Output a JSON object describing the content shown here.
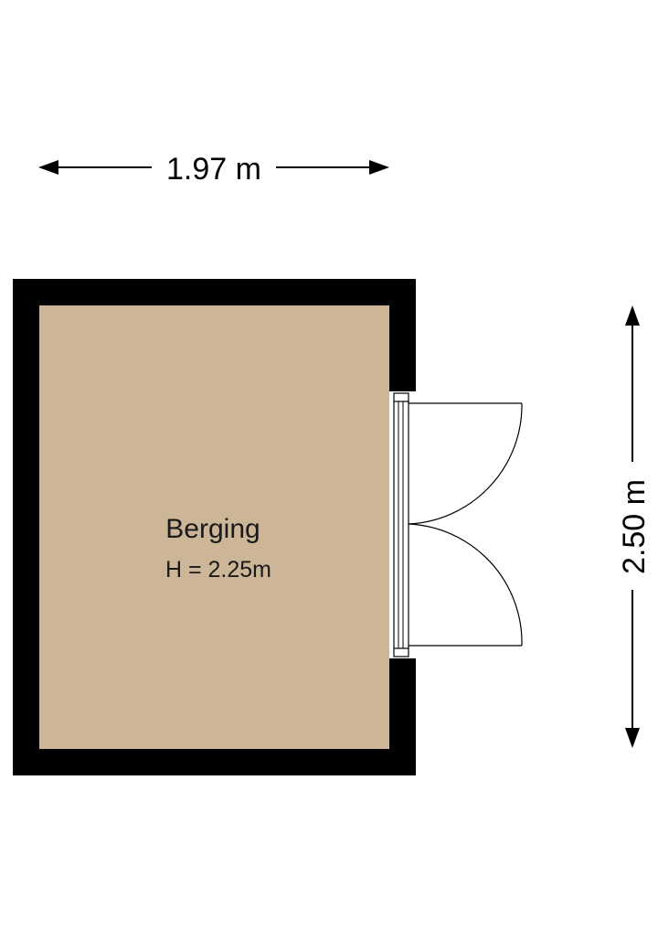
{
  "dimensions": {
    "width_label": "1.97 m",
    "height_label": "2.50 m"
  },
  "room": {
    "name": "Berging",
    "height_label": "H = 2.25m"
  },
  "colors": {
    "wall": "#000000",
    "floor": "#cdb597",
    "door_line": "#000000",
    "background": "#ffffff"
  }
}
